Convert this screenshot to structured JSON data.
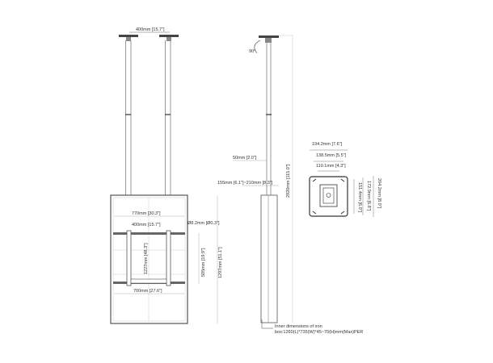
{
  "diagram": {
    "type": "technical-drawing",
    "subject": "Ceiling mount dual pole display bracket",
    "front_view": {
      "pole_spacing_top": "400mm [15.7\"]",
      "frame_width": "770mm [30.3\"]",
      "bracket_spacing": "400mm [15.7\"]",
      "pole_diameter": "Ø8.2mm [Ø0.3\"]",
      "bracket_height": "1227mm [48.3\"]",
      "vesa_height": "505mm [19.9\"]",
      "frame_height": "1297mm [51.1\"]",
      "bottom_width": "700mm [27.6\"]"
    },
    "side_view": {
      "rotation": "90°",
      "offset": "50mm [2.0\"]",
      "adjust_range": "155mm [6.1\"]~210mm [8.3\"]",
      "total_height": "2920mm [115.0\"]",
      "note_line1": "Inner dimensions of iron",
      "note_line2": "box:1260(L)*735(W)*45~70(H)mm(Max)PER"
    },
    "ceiling_plate": {
      "width_outer": "194.2mm [7.6\"]",
      "width_mid": "138.5mm [5.5\"]",
      "width_inner": "110.1mm [4.3\"]",
      "height_inner": "151.4mm [6.0\"]",
      "height_mid": "172.9mm [6.8\"]",
      "height_outer": "204.2mm [8.0\"]"
    }
  },
  "colors": {
    "line": "#6e6e6e",
    "dark_line": "#333333",
    "light_line": "#b5b5b5",
    "background": "#ffffff"
  }
}
